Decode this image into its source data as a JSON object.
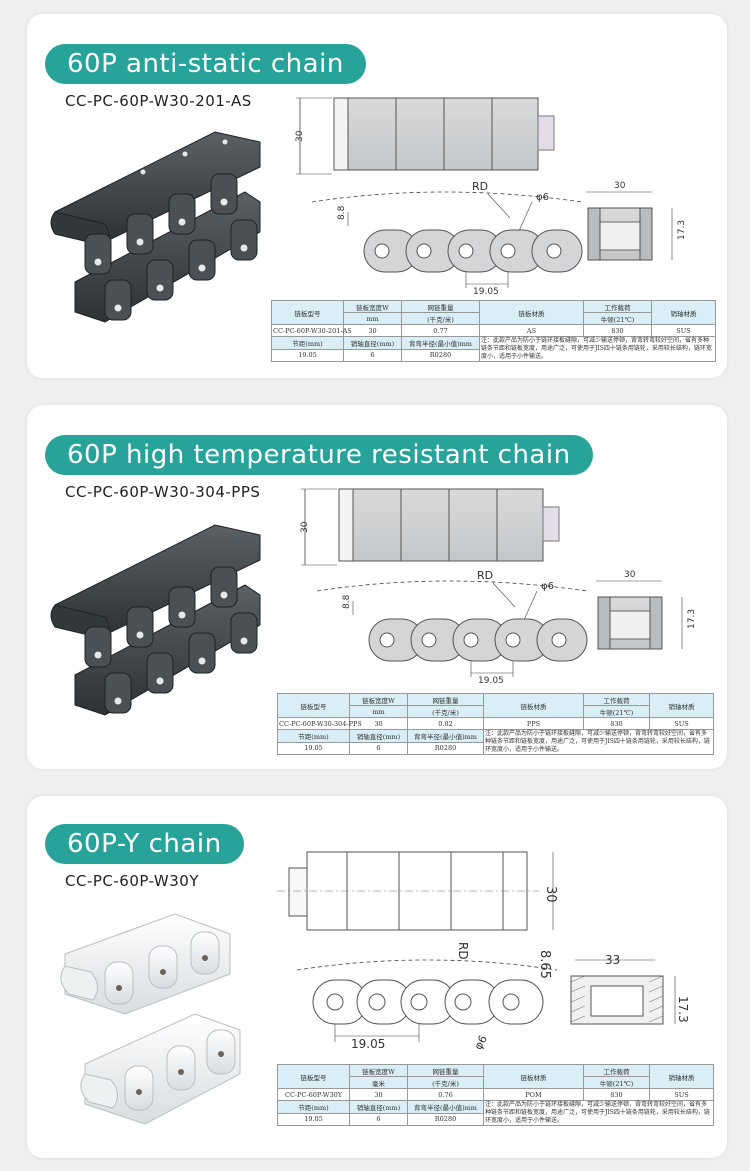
{
  "colors": {
    "accent": "#27a39a",
    "background": "#eef0f0",
    "card": "#ffffff",
    "table_header": "#d9eef6",
    "dark_chain": "#3e4346",
    "white_chain": "#f4f6f7"
  },
  "sections": [
    {
      "title": "60P anti-static chain",
      "code": "CC-PC-60P-W30-201-AS",
      "dims": {
        "height": "30",
        "rd": "RD",
        "hole": "φ6",
        "offset": "8.8",
        "pitch": "19.05",
        "width": "30",
        "side_height": "17.3"
      },
      "table": {
        "h1": "链板型号",
        "h2": "链板宽度W",
        "h2b": "mm",
        "h3": "网链重量",
        "h3b": "(千克/米)",
        "h4": "链板材质",
        "h5": "工作载荷",
        "h5b": "牛顿(21℃)",
        "h6": "销轴材质",
        "v1": "CC-PC-60P-W30-201-AS",
        "v2": "30",
        "v3": "0.77",
        "v4": "AS",
        "v5": "830",
        "v6": "SUS",
        "p1": "节距(mm)",
        "p2": "销轴直径(mm)",
        "p3": "背弯半径(最小值)mm",
        "q1": "19.05",
        "q2": "6",
        "q3": "R0280",
        "note": "注：此款产品为防小于链环接板缝隙，可减少输送停顿，背弯转弯较好空间，省有多种链条节距和链板宽度，用途广泛，可使用于JIS四十链条用链轮，采用较长结构，链环宽度小，适用于小件输送。"
      }
    },
    {
      "title": "60P high temperature resistant chain",
      "code": "CC-PC-60P-W30-304-PPS",
      "dims": {
        "height": "30",
        "rd": "RD",
        "hole": "φ6",
        "offset": "8.8",
        "pitch": "19.05",
        "width": "30",
        "side_height": "17.3"
      },
      "table": {
        "h1": "链板型号",
        "h2": "链板宽度W",
        "h2b": "mm",
        "h3": "网链重量",
        "h3b": "(千克/米)",
        "h4": "链板材质",
        "h5": "工作载荷",
        "h5b": "牛顿(21℃)",
        "h6": "销轴材质",
        "v1": "CC-PC-60P-W30-304-PPS",
        "v2": "30",
        "v3": "0.82",
        "v4": "PPS",
        "v5": "830",
        "v6": "SUS",
        "p1": "节距(mm)",
        "p2": "销轴直径(mm)",
        "p3": "背弯半径(最小值)mm",
        "q1": "19.05",
        "q2": "6",
        "q3": "R0280",
        "note": "注：此款产品为防小于链环接板缝隙，可减少输送停顿，背弯转弯较好空间，省有多种链条节距和链板宽度，用途广泛，可使用于JIS四十链条用链轮，采用较长结构，链环宽度小，适用于小件输送。"
      }
    },
    {
      "title": "60P-Y chain",
      "code": "CC-PC-60P-W30Y",
      "dims": {
        "height": "30",
        "rd": "RD",
        "hole": "φ6",
        "offset": "8.65",
        "pitch": "19.05",
        "width": "33",
        "side_height": "17.3"
      },
      "table": {
        "h1": "链板型号",
        "h2": "链板宽度W",
        "h2b": "毫米",
        "h3": "网链重量",
        "h3b": "(千克/米)",
        "h4": "链板材质",
        "h5": "工作载荷",
        "h5b": "牛顿(21℃)",
        "h6": "销轴材质",
        "v1": "CC-PC-60P-W30Y",
        "v2": "30",
        "v3": "0.76",
        "v4": "POM",
        "v5": "830",
        "v6": "SUS",
        "p1": "节距(mm)",
        "p2": "销轴直径(mm)",
        "p3": "背弯半径(最小值)mm",
        "q1": "19.05",
        "q2": "6",
        "q3": "R0280",
        "note": "注：此款产品为防小于链环接板缝隙，可减少输送停顿，背弯转弯较好空间，省有多种链条节距和链板宽度，用途广泛，可使用于JIS四十链条用链轮，采用较长结构，链环宽度小，适用于小件输送。"
      }
    }
  ]
}
